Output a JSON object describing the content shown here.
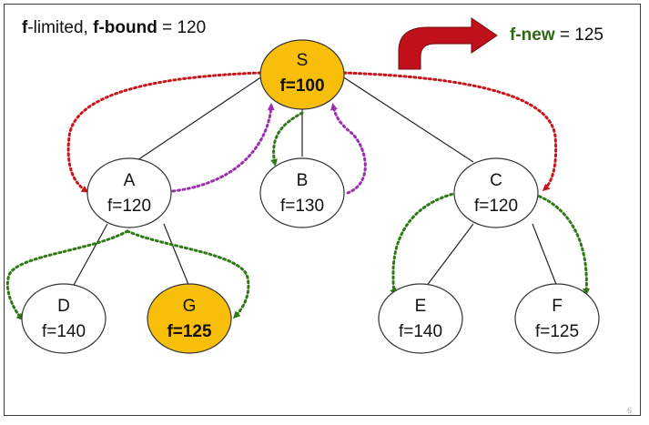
{
  "header": {
    "f_limited_prefix": "f",
    "f_limited_rest": "-limited, ",
    "f_bound_bold": "f-bound",
    "f_bound_value": " = 120"
  },
  "new_bound": {
    "label_bold": "f-new",
    "value": " = 125"
  },
  "nodes": {
    "S": {
      "name": "S",
      "f": "f=100"
    },
    "A": {
      "name": "A",
      "f": "f=120"
    },
    "B": {
      "name": "B",
      "f": "f=130"
    },
    "C": {
      "name": "C",
      "f": "f=120"
    },
    "D": {
      "name": "D",
      "f": "f=140"
    },
    "G": {
      "name": "G",
      "f": "f=125"
    },
    "E": {
      "name": "E",
      "f": "f=140"
    },
    "F": {
      "name": "F",
      "f": "f=125"
    }
  },
  "colors": {
    "goal_fill": "#f7be0a",
    "node_fill": "#ffffff",
    "arrow_red": "#c8151b",
    "arrow_purple": "#9b2fae",
    "arrow_green": "#2f7a16",
    "big_arrow": "#c0101a",
    "text_green": "#2e6a12"
  },
  "page_number": "6"
}
